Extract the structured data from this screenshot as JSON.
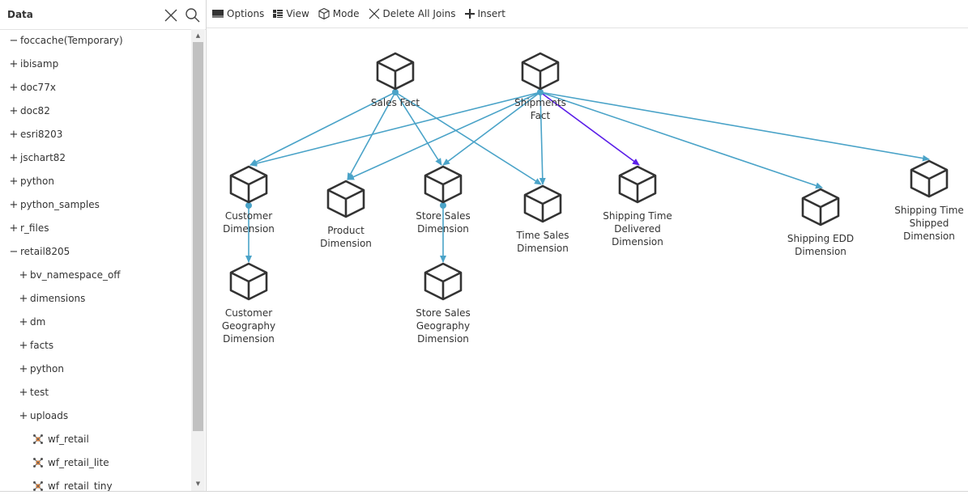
{
  "panel": {
    "title": "Data",
    "tree": [
      {
        "label": "foccache(Temporary)",
        "toggle": "−",
        "indent": 0,
        "type": "folder"
      },
      {
        "label": "ibisamp",
        "toggle": "+",
        "indent": 0,
        "type": "folder"
      },
      {
        "label": "doc77x",
        "toggle": "+",
        "indent": 0,
        "type": "folder"
      },
      {
        "label": "doc82",
        "toggle": "+",
        "indent": 0,
        "type": "folder"
      },
      {
        "label": "esri8203",
        "toggle": "+",
        "indent": 0,
        "type": "folder"
      },
      {
        "label": "jschart82",
        "toggle": "+",
        "indent": 0,
        "type": "folder"
      },
      {
        "label": "python",
        "toggle": "+",
        "indent": 0,
        "type": "folder"
      },
      {
        "label": "python_samples",
        "toggle": "+",
        "indent": 0,
        "type": "folder"
      },
      {
        "label": "r_files",
        "toggle": "+",
        "indent": 0,
        "type": "folder"
      },
      {
        "label": "retail8205",
        "toggle": "−",
        "indent": 0,
        "type": "folder"
      },
      {
        "label": "bv_namespace_off",
        "toggle": "+",
        "indent": 1,
        "type": "folder"
      },
      {
        "label": "dimensions",
        "toggle": "+",
        "indent": 1,
        "type": "folder"
      },
      {
        "label": "dm",
        "toggle": "+",
        "indent": 1,
        "type": "folder"
      },
      {
        "label": "facts",
        "toggle": "+",
        "indent": 1,
        "type": "folder"
      },
      {
        "label": "python",
        "toggle": "+",
        "indent": 1,
        "type": "folder"
      },
      {
        "label": "test",
        "toggle": "+",
        "indent": 1,
        "type": "folder"
      },
      {
        "label": "uploads",
        "toggle": "+",
        "indent": 1,
        "type": "folder"
      },
      {
        "label": "wf_retail",
        "toggle": "",
        "indent": 2,
        "type": "cluster"
      },
      {
        "label": "wf_retail_lite",
        "toggle": "",
        "indent": 2,
        "type": "cluster"
      },
      {
        "label": "wf_retail_tiny",
        "toggle": "",
        "indent": 2,
        "type": "cluster"
      }
    ]
  },
  "toolbar": {
    "options": "Options",
    "view": "View",
    "mode": "Mode",
    "delete_all_joins": "Delete All Joins",
    "insert": "Insert"
  },
  "diagram": {
    "nodes": [
      {
        "id": "sales_fact",
        "label": [
          "Sales Fact"
        ]
      },
      {
        "id": "shipments_fact",
        "label": [
          "Shipments",
          "Fact"
        ]
      },
      {
        "id": "customer_dim",
        "label": [
          "Customer",
          "Dimension"
        ]
      },
      {
        "id": "product_dim",
        "label": [
          "Product",
          "Dimension"
        ]
      },
      {
        "id": "store_sales_dim",
        "label": [
          "Store Sales",
          "Dimension"
        ]
      },
      {
        "id": "time_sales_dim",
        "label": [
          "Time Sales",
          "Dimension"
        ]
      },
      {
        "id": "shipping_time_delivered_dim",
        "label": [
          "Shipping Time",
          "Delivered",
          "Dimension"
        ]
      },
      {
        "id": "shipping_edd_dim",
        "label": [
          "Shipping EDD",
          "Dimension"
        ]
      },
      {
        "id": "shipping_time_shipped_dim",
        "label": [
          "Shipping Time",
          "Shipped",
          "Dimension"
        ]
      },
      {
        "id": "customer_geo_dim",
        "label": [
          "Customer",
          "Geography",
          "Dimension"
        ]
      },
      {
        "id": "store_sales_geo_dim",
        "label": [
          "Store Sales",
          "Geography",
          "Dimension"
        ]
      }
    ],
    "colors": {
      "join": "#4aa3c8",
      "selected_join": "#5b1ee8",
      "node": "#333333"
    }
  }
}
